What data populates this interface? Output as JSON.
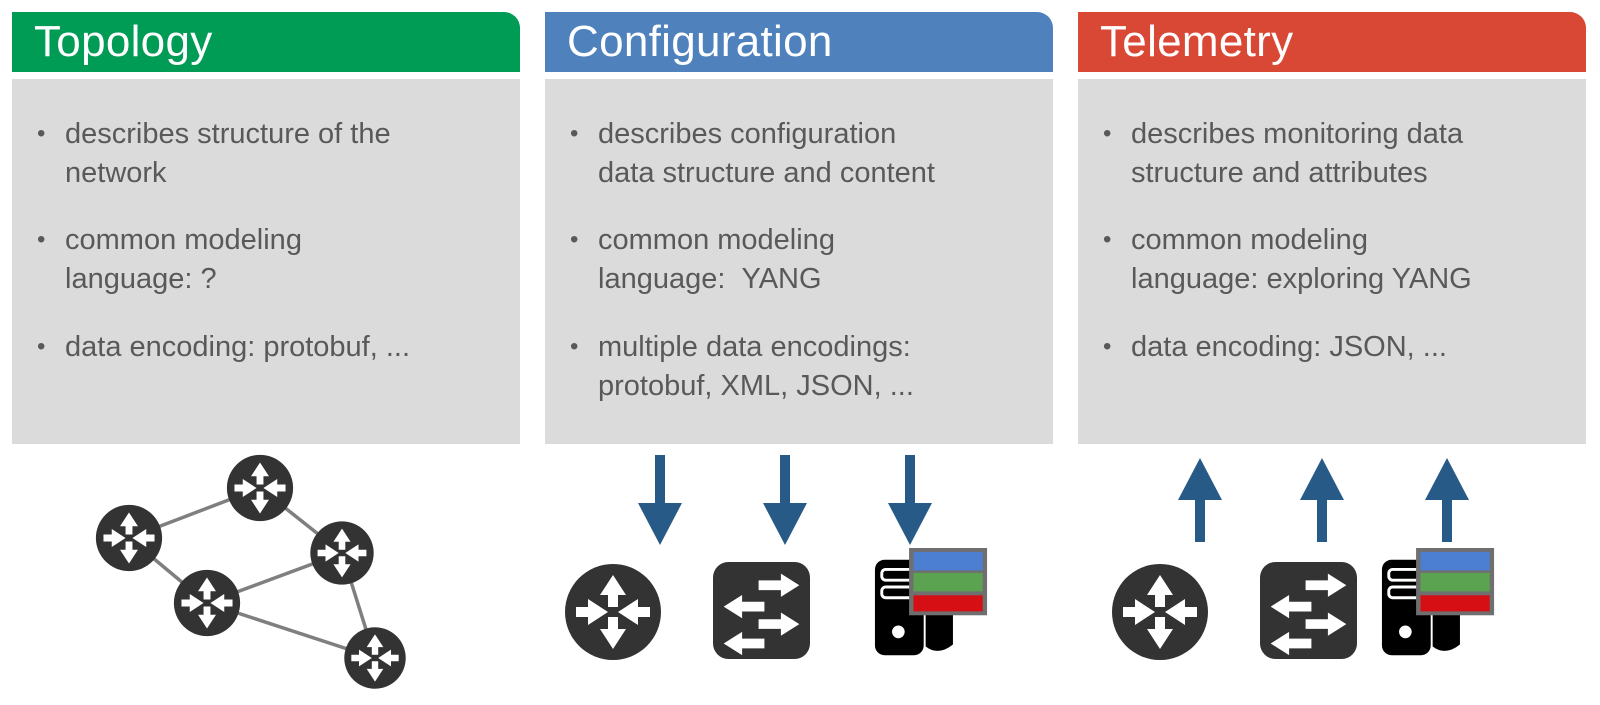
{
  "slide": {
    "background": "#FFFFFF",
    "description": "Three-column comparison of network data models with device graphics"
  },
  "columns": [
    {
      "id": "topology",
      "title": "Topology",
      "color": "#009B55",
      "bullets": [
        "describes structure of the\nnetwork",
        "common modeling\nlanguage: ?",
        "data encoding: protobuf, ..."
      ],
      "graphic": {
        "type": "network-diagram",
        "node_icon": "router",
        "node_count": 5,
        "link_count": 6,
        "arrow": null
      }
    },
    {
      "id": "configuration",
      "title": "Configuration",
      "color": "#4F81BD",
      "bullets": [
        "describes configuration\ndata structure and content",
        "common modeling\nlanguage:  YANG",
        "multiple data encodings:\nprotobuf, XML, JSON, ..."
      ],
      "graphic": {
        "type": "device-row",
        "devices": [
          "router",
          "switch",
          "server"
        ],
        "arrow": "down",
        "arrow_count": 3
      }
    },
    {
      "id": "telemetry",
      "title": "Telemetry",
      "color": "#D94835",
      "bullets": [
        "describes monitoring data\nstructure and attributes",
        "common modeling\nlanguage: exploring YANG",
        "data encoding: JSON, ..."
      ],
      "graphic": {
        "type": "device-row",
        "devices": [
          "router",
          "switch",
          "server"
        ],
        "arrow": "up",
        "arrow_count": 3
      }
    }
  ],
  "bullet_glyph": "•",
  "colors": {
    "topology_green": "#009B55",
    "configuration_blue": "#4F81BD",
    "telemetry_red": "#D94835",
    "panel_gray": "#DBDBDB",
    "body_text_gray": "#595959",
    "header_text": "#FFFFFF",
    "device_dark": "#333333",
    "link_line_gray": "#7F7F7F",
    "arrow_steel_blue": "#285A87",
    "server_black": "#000000",
    "card_border_gray": "#6F6F6F",
    "card_stripe_blue": "#4C7FD2",
    "card_stripe_green": "#5BA351",
    "card_stripe_red": "#D50F14"
  }
}
